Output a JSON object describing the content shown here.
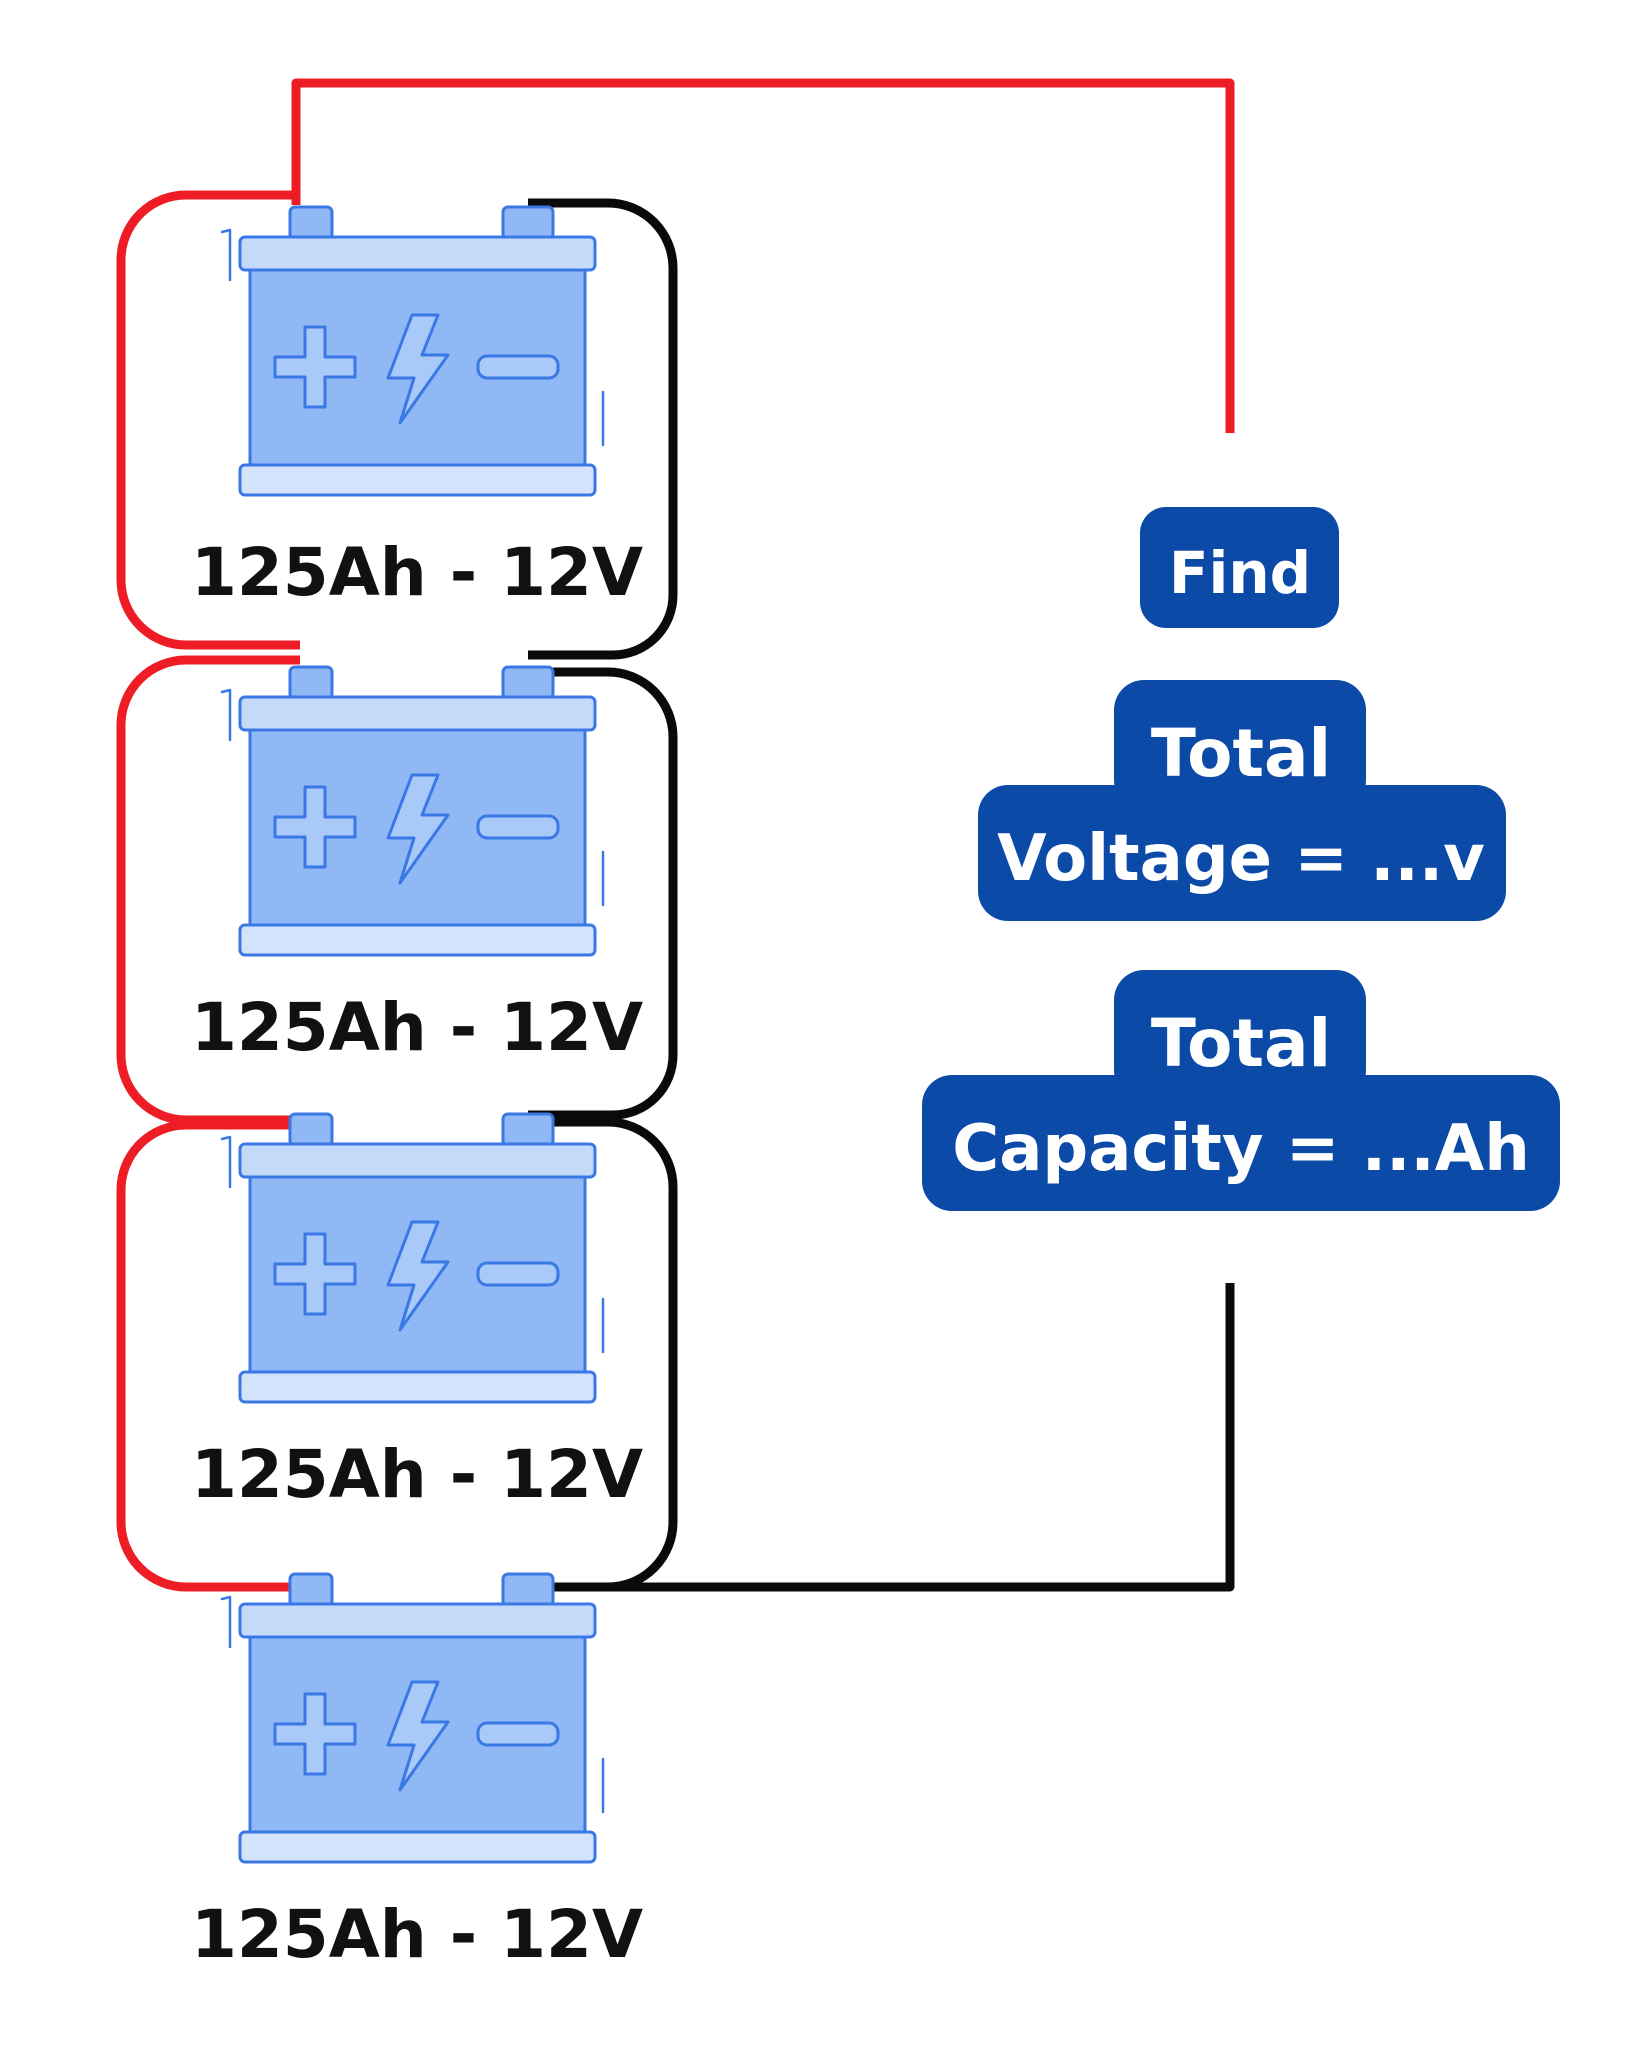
{
  "batteries": [
    {
      "label": "125Ah - 12V"
    },
    {
      "label": "125Ah - 12V"
    },
    {
      "label": "125Ah - 12V"
    },
    {
      "label": "125Ah - 12V"
    }
  ],
  "question": {
    "find": "Find",
    "voltage_line1": "Total",
    "voltage_line2": "Voltage = ...v",
    "capacity_line1": "Total",
    "capacity_line2": "Capacity = ...Ah"
  },
  "colors": {
    "positive_wire": "#ee1c25",
    "negative_wire": "#0a0a0a",
    "battery_fill": "#8fb8f5",
    "battery_outline": "#3a78e6",
    "label_box": "#0c4aa8"
  },
  "icons": {
    "positive_symbol": "plus-icon",
    "negative_symbol": "minus-icon",
    "charge_symbol": "lightning-bolt-icon"
  }
}
